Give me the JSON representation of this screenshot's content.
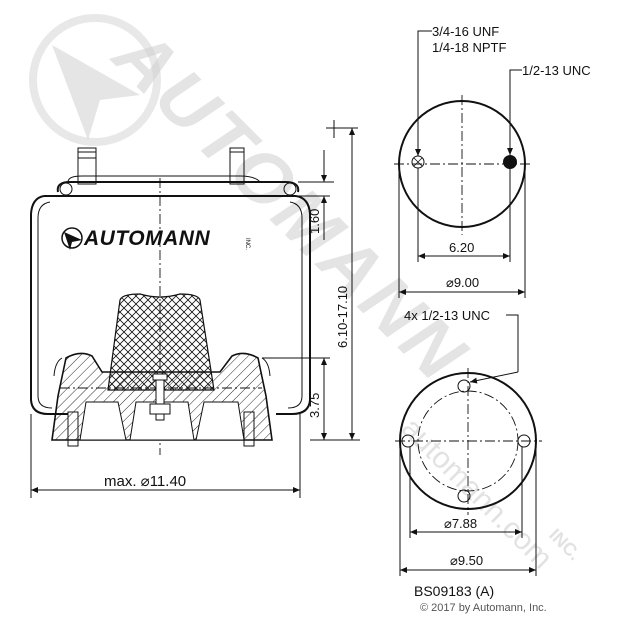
{
  "watermark": {
    "brand": "AUTOMANN",
    "brand_suffix": "INC.",
    "url": "automann.com"
  },
  "logo": {
    "text": "AUTOMANN",
    "suffix": "INC."
  },
  "side_view": {
    "dim_top_height": "1.60",
    "dim_total_height": "6.10-17.10",
    "dim_piston_height": "3.75",
    "dim_max_diameter": "max. ⌀11.40"
  },
  "top_plate_view": {
    "callout_air_fitting": "3/4-16 UNF",
    "callout_air_fitting_alt": "1/4-18 NPTF",
    "callout_stud": "1/2-13 UNC",
    "dim_stud_spacing": "6.20",
    "dim_plate_diameter": "⌀9.00"
  },
  "bottom_plate_view": {
    "callout_holes": "4x 1/2-13 UNC",
    "dim_bolt_circle": "⌀7.88",
    "dim_plate_diameter": "⌀9.50"
  },
  "footer": {
    "part_number": "BS09183 (A)",
    "copyright": "© 2017 by Automann, Inc."
  },
  "colors": {
    "line": "#111111",
    "watermark": "#d0d0d0",
    "hatch": "#111111"
  }
}
